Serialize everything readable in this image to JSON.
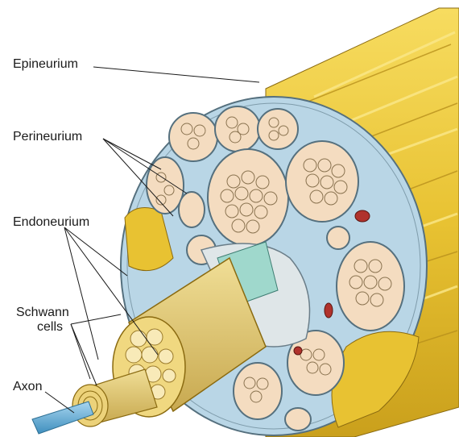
{
  "labels": {
    "epineurium": "Epineurium",
    "perineurium": "Perineurium",
    "endoneurium": "Endoneurium",
    "schwann_line1": "Schwann",
    "schwann_line2": "cells",
    "axon": "Axon"
  },
  "colors": {
    "epineurium_yellow": "#e8c232",
    "perineurium_blue": "#b9d6e6",
    "fascicle_cream": "#f4dcc0",
    "myelin_tan": "#d8c07a",
    "axon_blue": "#6fb2d8",
    "vessel_red": "#b0322c"
  }
}
